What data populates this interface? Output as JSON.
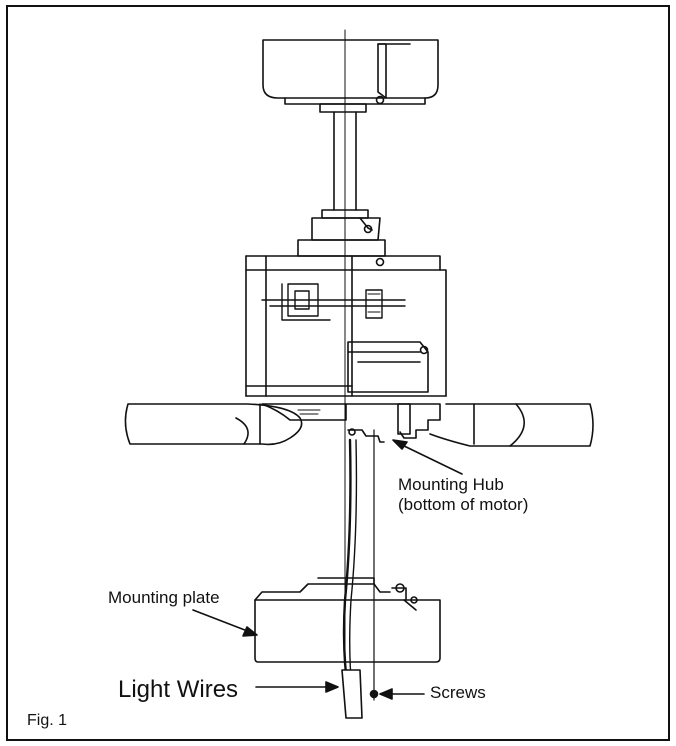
{
  "labels": {
    "mounting_hub_line1": "Mounting Hub",
    "mounting_hub_line2": "(bottom of motor)",
    "mounting_plate": "Mounting plate",
    "light_wires": "Light Wires",
    "screws": "Screws",
    "figure": "Fig. 1"
  },
  "colors": {
    "line": "#111111",
    "background": "#ffffff"
  }
}
